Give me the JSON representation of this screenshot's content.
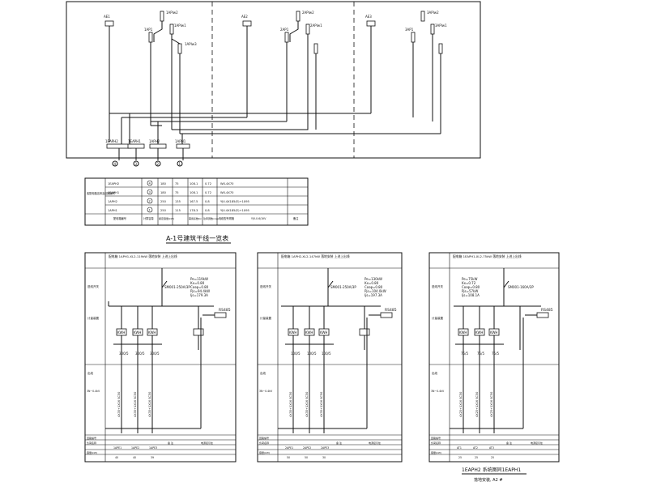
{
  "riser": {
    "top_labels": [
      "AE1",
      "1APlw2",
      "1APlw1",
      "1APlw3",
      "2APlw2",
      "2APlw1",
      "1AP1",
      "2AP1",
      "AE2",
      "3APlw2",
      "3APlw1",
      "3AP1",
      "AE3"
    ],
    "bottom_labels": [
      "1EAPH2",
      "1EAPH1",
      "1APH2",
      "1APH1"
    ],
    "circle_numbers": [
      "4",
      "3",
      "2",
      "1"
    ]
  },
  "trunk_table": {
    "row_header": "各配电箱名称及回路编号",
    "rows": [
      {
        "name": "1EAPH2",
        "no": "4",
        "c1": "180",
        "c2": "75",
        "c3": "108.1",
        "c4": "0.72",
        "cable": "WX-4X70"
      },
      {
        "name": "1EAPH1",
        "no": "3",
        "c1": "180",
        "c2": "75",
        "c3": "108.1",
        "c4": "0.72",
        "cable": "WX-4X70"
      },
      {
        "name": "1APH2",
        "no": "2",
        "c1": "250",
        "c2": "135",
        "c3": "167.5",
        "c4": "0.8",
        "cable": "YJV-4X185(E)+1X95"
      },
      {
        "name": "1APH1",
        "no": "1",
        "c1": "250",
        "c2": "115",
        "c3": "178.3",
        "c4": "0.8",
        "cable": "YJV-4X185(E)+1X95"
      }
    ],
    "footer": [
      "配电箱编号",
      "计算容量",
      "额定容量(kW)",
      "需用系数Kx",
      "功率因数cosφ",
      "电缆型号规格",
      "YJV-0.6/1KV",
      "备注"
    ],
    "caption": "A-1号建筑干线一览表"
  },
  "panels": [
    {
      "title": "配电箱 1APH1-XL2-119kW 落地安装 上进上出线",
      "incoming": "SM001-250A/3P",
      "params": [
        "Pe=119kW",
        "Kx=0.80",
        "Cosφ=0.80",
        "Pjs=94.4kW",
        "Ijs=179.3A"
      ],
      "rs": "RS485",
      "ct": [
        "300/5",
        "300/5",
        "300/5"
      ],
      "kwh": [
        "KWH",
        "KWH",
        "KWH"
      ],
      "outgoing": [
        "4X35+1X16 SC50",
        "4X35+1X16 SC50",
        "4X35+1X16 SC50"
      ],
      "bottom_row": [
        "1APE1",
        "1APE2",
        "1APE3"
      ],
      "kw_row": [
        "40",
        "40",
        "39"
      ],
      "side_labels": [
        "进线开关",
        "计量装置",
        "出线",
        "3N~0.4kV"
      ]
    },
    {
      "title": "配电箱 1APH2-XL2-147kW 落地安装 上进上出线",
      "incoming": "SM001-250A/3P",
      "params": [
        "Pe=130kW",
        "Kx=0.80",
        "Cosφ=0.80",
        "Pjs=104.0kW",
        "Ijs=197.3A"
      ],
      "rs": "RS485",
      "ct": [
        "100/5",
        "100/5",
        "100/5"
      ],
      "kwh": [
        "KWH",
        "KWH",
        "KWH"
      ],
      "outgoing": [
        "4X35+1X16 SC50",
        "4X35+1X16 SC50",
        "4X35+1X16 SC50"
      ],
      "bottom_row": [
        "2APE1",
        "2APE2",
        "2APE3"
      ],
      "kw_row": [
        "50",
        "50",
        "30"
      ],
      "side_labels": [
        "进线开关",
        "计量装置",
        "出线",
        "3N~0.4kV"
      ]
    },
    {
      "title": "配电箱 1EAPH1-XL2-75kW 落地安装 上进上出线",
      "incoming": "SM001-160A/3P",
      "params": [
        "Pe=75kW",
        "Kx=0.72",
        "Cosφ=0.80",
        "Pjs=57kW",
        "Ijs=108.1A"
      ],
      "rs": "RS485",
      "ct": [
        "75/5",
        "75/5",
        "75/5"
      ],
      "kwh": [
        "KWH",
        "KWH",
        "KWH"
      ],
      "outgoing": [
        "4X25+1X16 SC50",
        "4X25+1X16 SC50",
        "4X25+1X16 SC50"
      ],
      "bottom_row": [
        "AT1",
        "AT2",
        "AT3"
      ],
      "kw_row": [
        "25",
        "25",
        "25"
      ],
      "side_labels": [
        "进线开关",
        "计量装置",
        "出线",
        "3N~0.4kV"
      ]
    }
  ],
  "footer_titles": {
    "panel3_caption": "1EAPH2 系统图同1EAPH1",
    "panel3_sub": "落地安装, A2 #"
  },
  "bottom_table_headers": [
    "回路编号",
    "负荷名称",
    "容量(kW)",
    "备 注",
    "电源接引处"
  ]
}
